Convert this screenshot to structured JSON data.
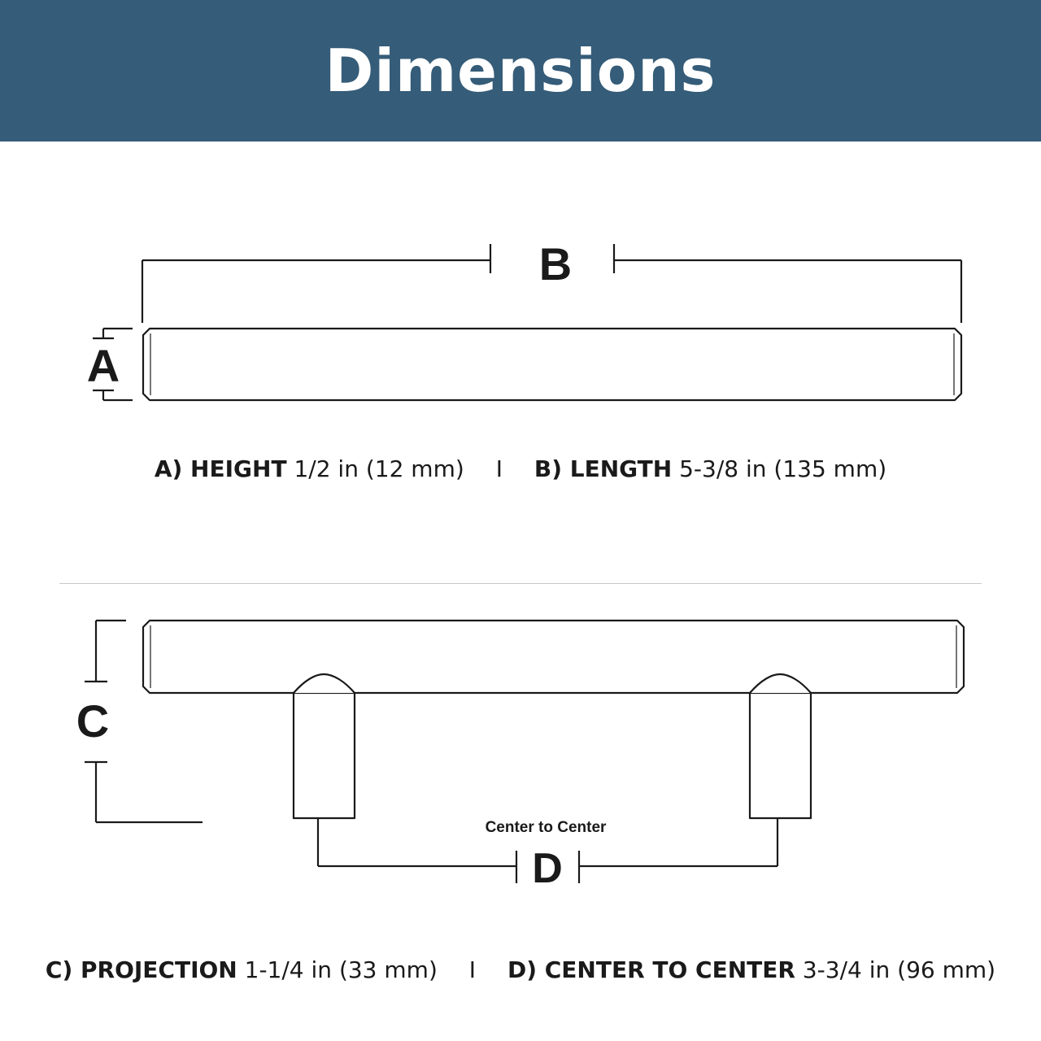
{
  "title": "Dimensions",
  "colors": {
    "header_bg": "#355c78",
    "header_text": "#ffffff",
    "line": "#1a1a1a"
  },
  "diagram": {
    "label_a": "A",
    "label_b": "B",
    "label_c": "C",
    "label_d": "D",
    "center_to_center_label": "Center to Center"
  },
  "specs": {
    "a": {
      "key": "A) HEIGHT",
      "value": "1/2 in (12 mm)"
    },
    "b": {
      "key": "B) LENGTH",
      "value": "5-3/8 in (135 mm)"
    },
    "c": {
      "key": "C) PROJECTION",
      "value": "1-1/4 in (33 mm)"
    },
    "d": {
      "key": "D) CENTER TO CENTER",
      "value": "3-3/4 in (96 mm)"
    },
    "separator": "I"
  }
}
